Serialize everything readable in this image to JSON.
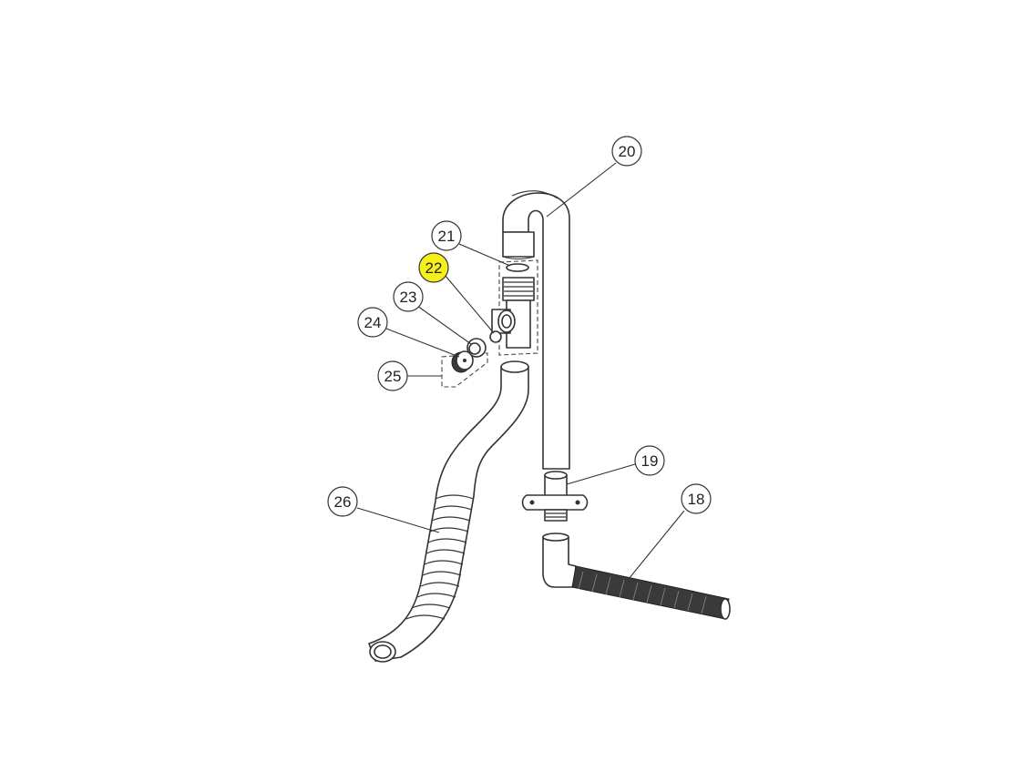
{
  "diagram": {
    "callouts": [
      {
        "id": "18",
        "label": "18",
        "highlight": false
      },
      {
        "id": "19",
        "label": "19",
        "highlight": false
      },
      {
        "id": "20",
        "label": "20",
        "highlight": false
      },
      {
        "id": "21",
        "label": "21",
        "highlight": false
      },
      {
        "id": "22",
        "label": "22",
        "highlight": true
      },
      {
        "id": "23",
        "label": "23",
        "highlight": false
      },
      {
        "id": "24",
        "label": "24",
        "highlight": false
      },
      {
        "id": "25",
        "label": "25",
        "highlight": false
      },
      {
        "id": "26",
        "label": "26",
        "highlight": false
      }
    ],
    "colors": {
      "background": "#ffffff",
      "line": "#333333",
      "highlight": "#f7ef1c"
    }
  }
}
